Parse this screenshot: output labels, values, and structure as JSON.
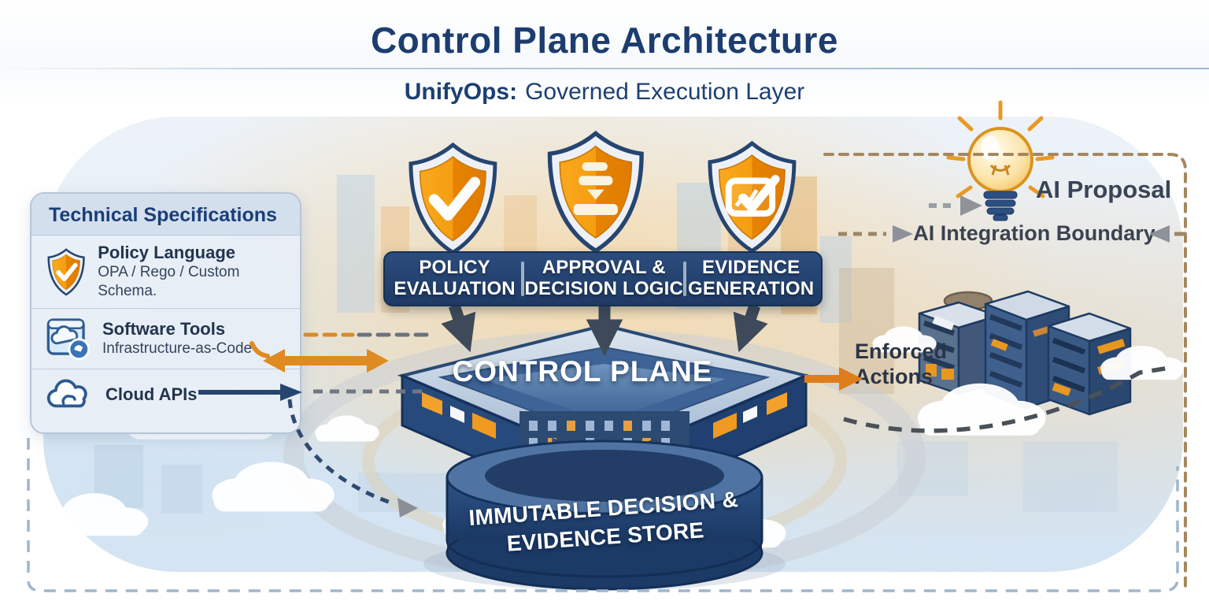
{
  "header": {
    "title": "Control Plane Architecture",
    "brand": "UnifyOps:",
    "subtitle": "Governed Execution Layer"
  },
  "tech_panel": {
    "title": "Technical Specifications",
    "items": [
      {
        "icon": "policy-shield-icon",
        "label": "Policy Language",
        "detail": "OPA / Rego / Custom Schema."
      },
      {
        "icon": "software-tools-icon",
        "label": "Software Tools",
        "detail": "Infrastructure-as-Code"
      },
      {
        "icon": "cloud-icon",
        "label": "Cloud APIs"
      }
    ]
  },
  "pillars": {
    "banner": [
      {
        "icon": "shield-check-icon",
        "line1": "POLICY",
        "line2": "EVALUATION"
      },
      {
        "icon": "shield-stamp-icon",
        "line1": "APPROVAL &",
        "line2": "DECISION LOGIC"
      },
      {
        "icon": "shield-report-icon",
        "line1": "EVIDENCE",
        "line2": "GENERATION"
      }
    ]
  },
  "control_plane": {
    "label": "CONTROL PLANE"
  },
  "store": {
    "line1": "IMMUTABLE DECISION &",
    "line2": "EVIDENCE STORE"
  },
  "flows": {
    "enforced_line1": "Enforced",
    "enforced_line2": "Actions",
    "ai_proposal": "AI Proposal",
    "ai_boundary": "AI Integration Boundary"
  },
  "colors": {
    "title_navy": "#1d3d6f",
    "banner_navy": "#223f6d",
    "shield_orange": "#ef8d12",
    "arrow_orange": "#e0881f",
    "slate_text": "#2b3547",
    "boundary_brown": "#a5875f",
    "page_border_blue": "#9fb6cc"
  }
}
